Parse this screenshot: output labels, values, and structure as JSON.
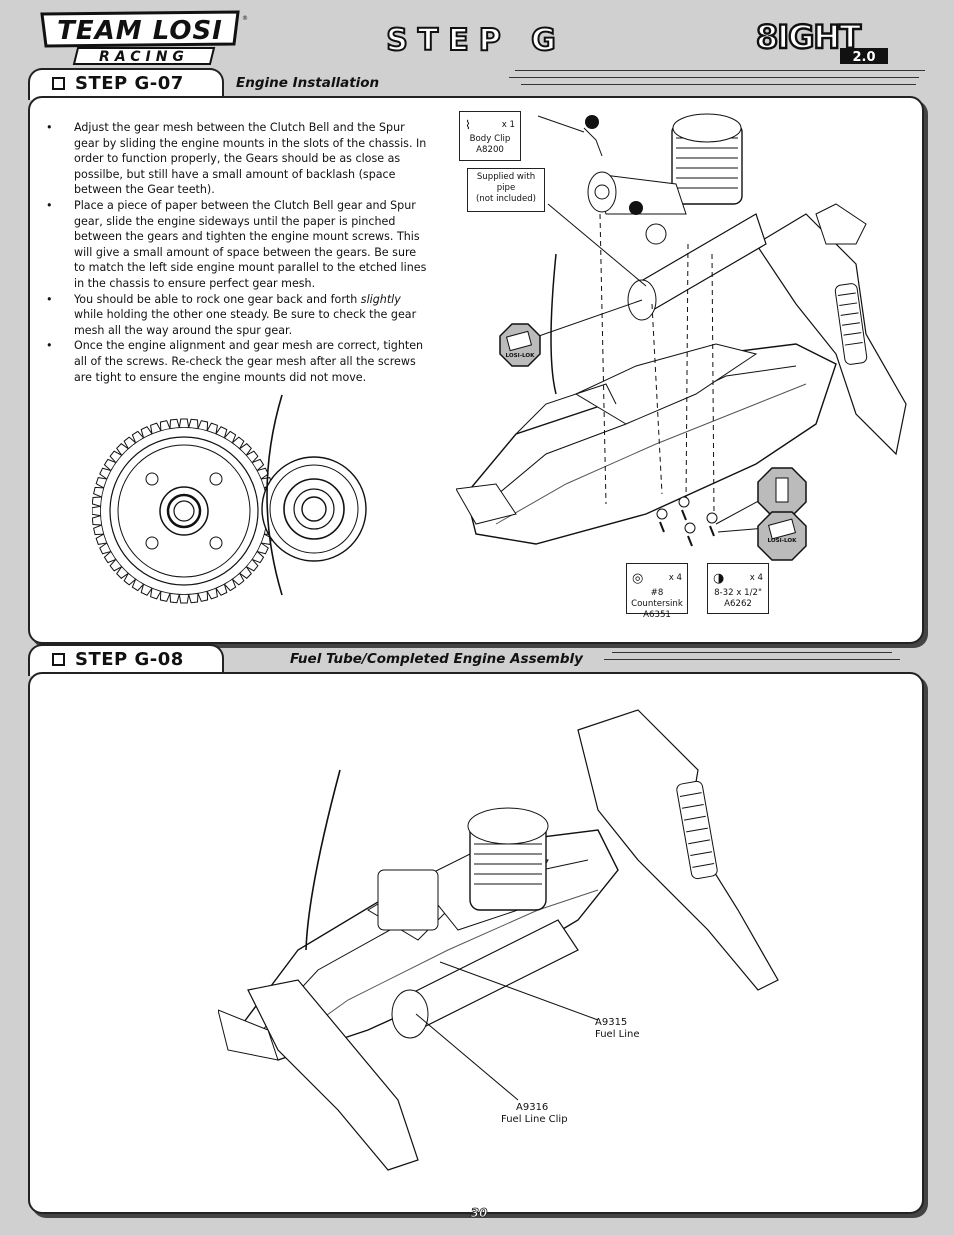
{
  "header": {
    "brand_top": "TEAM LOSI",
    "brand_bottom": "RACING",
    "step_title": "STEP G",
    "product_logo": "8IGHT",
    "product_version": "2.0"
  },
  "step_g07": {
    "label": "STEP G-07",
    "subtitle": "Engine Installation",
    "bullets": [
      "Adjust the gear mesh between the Clutch Bell and the Spur gear by sliding the engine mounts in the slots of the chassis. In order to function properly, the Gears should be as close as possilbe, but still have a small amount of backlash (space between the Gear teeth).",
      "Place a piece of paper between the Clutch Bell gear and Spur gear, slide the engine sideways until the paper is pinched between the gears and tighten the engine mount screws. This will give a small amount of space between the gears. Be sure to match the left side engine mount parallel to the etched lines in the chassis to ensure perfect gear mesh."
    ],
    "bullet3_pre": "You should be able to rock one gear back and forth ",
    "bullet3_em": "slightly",
    "bullet3_post": " while holding the other one steady. Be sure to check the gear mesh all the way around the spur gear.",
    "bullet4": "Once the engine alignment and gear mesh are correct, tighten all of the screws. Re-check the gear mesh after all the screws are tight to ensure the engine mounts did not move.",
    "parts": {
      "body_clip_qty": "x 1",
      "body_clip_name": "Body Clip",
      "body_clip_part": "A8200",
      "pipe_note_1": "Supplied with",
      "pipe_note_2": "pipe",
      "pipe_note_3": "(not included)",
      "losi_lok": "LOSI-LOK",
      "countersink_qty": "x 4",
      "countersink_name": "#8 Countersink",
      "countersink_part": "A6351",
      "screw_qty": "x 4",
      "screw_name": "8-32 x 1/2\"",
      "screw_part": "A6262"
    }
  },
  "step_g08": {
    "label": "STEP G-08",
    "subtitle": "Fuel Tube/Completed Engine Assembly",
    "callouts": {
      "fuel_line_part": "A9315",
      "fuel_line_name": "Fuel Line",
      "clip_part": "A9316",
      "clip_name": "Fuel Line Clip"
    }
  },
  "footer": {
    "page_number": "30"
  }
}
